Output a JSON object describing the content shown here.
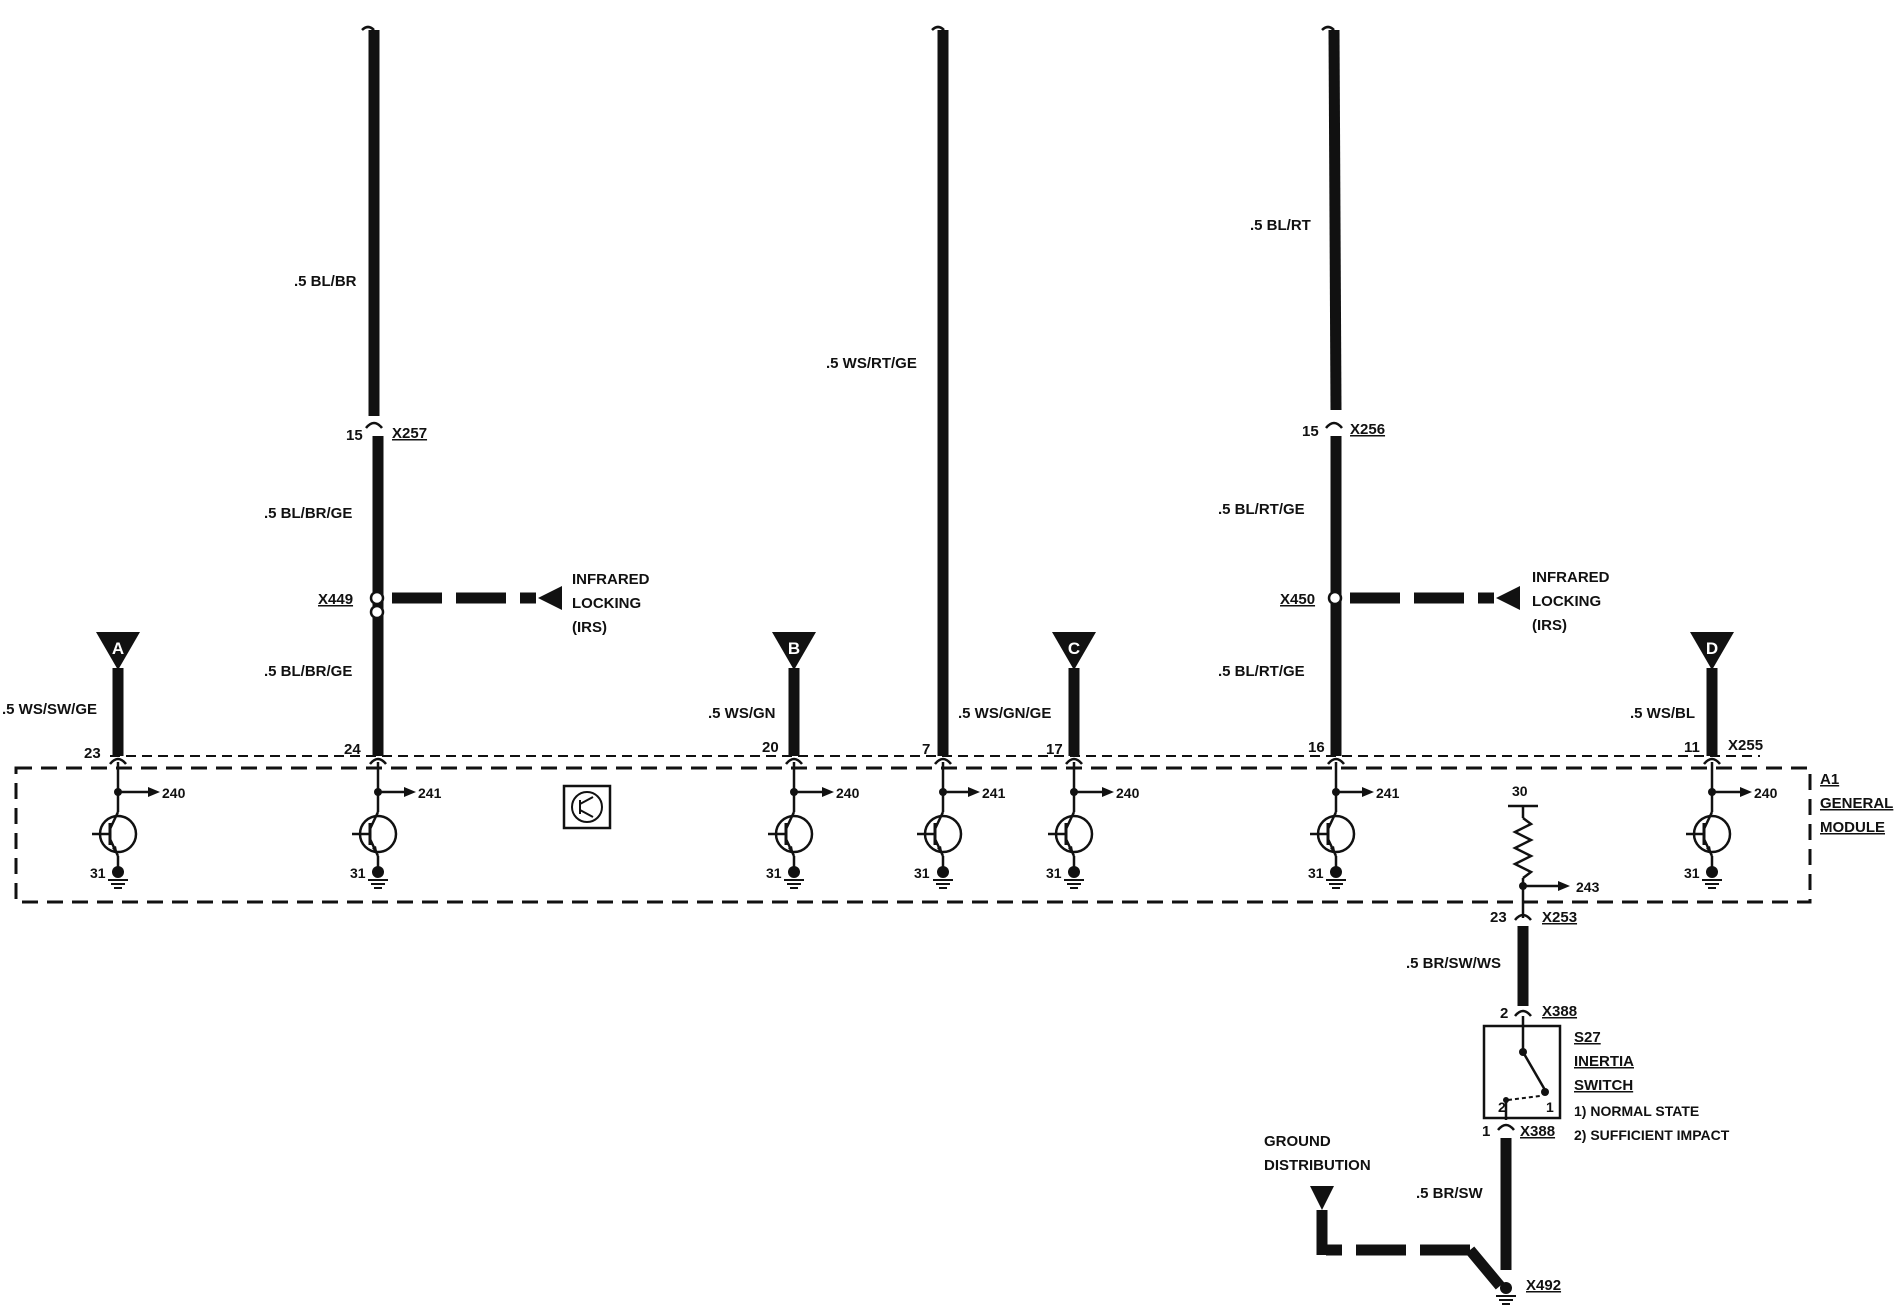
{
  "diagram": {
    "triangles": [
      {
        "id": "A",
        "label": "A"
      },
      {
        "id": "B",
        "label": "B"
      },
      {
        "id": "C",
        "label": "C"
      },
      {
        "id": "D",
        "label": "D"
      }
    ],
    "wires": {
      "w1_top": ".5 BL/BR",
      "w1_mid": ".5 BL/BR/GE",
      "w1_low": ".5 BL/BR/GE",
      "w2": ".5 WS/RT/GE",
      "w3_top": ".5 BL/RT",
      "w3_mid": ".5 BL/RT/GE",
      "w3_low": ".5 BL/RT/GE",
      "a": ".5 WS/SW/GE",
      "b": ".5 WS/GN",
      "c": ".5 WS/GN/GE",
      "d": ".5 WS/BL",
      "br_sw_ws": ".5 BR/SW/WS",
      "br_sw": ".5 BR/SW"
    },
    "connectors": {
      "x257": "X257",
      "x256": "X256",
      "x449": "X449",
      "x450": "X450",
      "x255": "X255",
      "x253": "X253",
      "x388_top": "X388",
      "x388_bot": "X388",
      "x492": "X492"
    },
    "pins": {
      "p15a": "15",
      "p15b": "15",
      "p23": "23",
      "p24": "24",
      "p20": "20",
      "p7": "7",
      "p17": "17",
      "p16": "16",
      "p11": "11",
      "p30": "30",
      "p23b": "23",
      "p2": "2",
      "p1": "1",
      "sw1": "1",
      "sw2": "2",
      "g1": "31",
      "g2": "31",
      "g3": "31",
      "g4": "31",
      "g5": "31",
      "g6": "31",
      "g7": "31"
    },
    "refs": {
      "r1": "240",
      "r2": "241",
      "r3": "240",
      "r4": "241",
      "r5": "240",
      "r6": "241",
      "r7": "240",
      "r8": "243"
    },
    "irs_left": {
      "line1": "INFRARED",
      "line2": "LOCKING",
      "line3": "(IRS)"
    },
    "irs_right": {
      "line1": "INFRARED",
      "line2": "LOCKING",
      "line3": "(IRS)"
    },
    "module": {
      "id": "A1",
      "name1": "GENERAL",
      "name2": "MODULE"
    },
    "switch": {
      "id": "S27",
      "name1": "INERTIA",
      "name2": "SWITCH",
      "state1": "1) NORMAL STATE",
      "state2": "2) SUFFICIENT IMPACT"
    },
    "ground": {
      "line1": "GROUND",
      "line2": "DISTRIBUTION"
    }
  }
}
